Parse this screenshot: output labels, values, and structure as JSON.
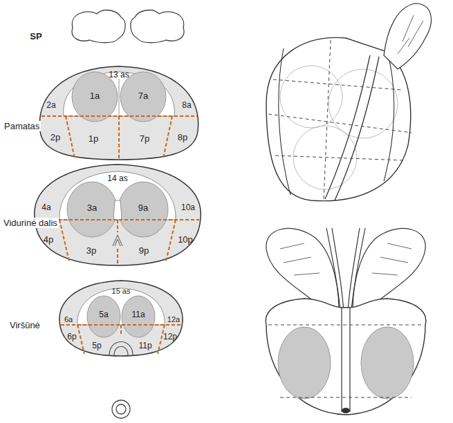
{
  "diagram": {
    "labels": [
      "SP",
      "13 as",
      "1a",
      "7a",
      "2a",
      "8a",
      "Pamatas",
      "2p",
      "1p",
      "7p",
      "8p",
      "14 as",
      "3a",
      "9a",
      "4a",
      "10a",
      "Vidurinė dalis",
      "4p",
      "3p",
      "9p",
      "10p",
      "15 as",
      "5a",
      "11a",
      "6a",
      "12a",
      "Viršūnė",
      "6p",
      "5p",
      "11p",
      "12p"
    ]
  }
}
